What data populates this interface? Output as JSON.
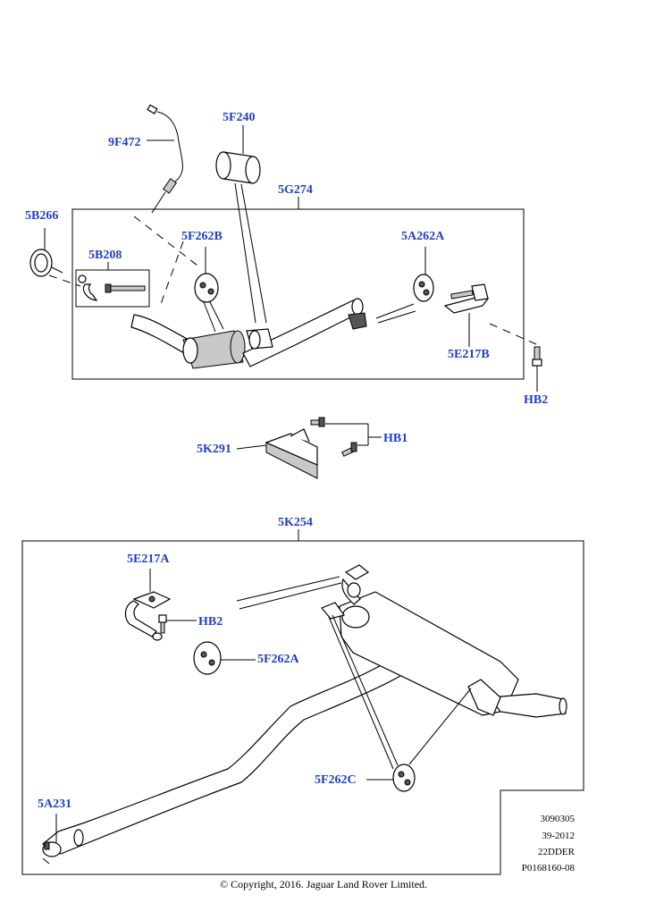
{
  "labels": {
    "p9F472": "9F472",
    "p5F240": "5F240",
    "p5G274": "5G274",
    "p5B266": "5B266",
    "p5B208": "5B208",
    "p5F262B": "5F262B",
    "p5A262A": "5A262A",
    "p5E217B": "5E217B",
    "pHB2_top": "HB2",
    "p5K291": "5K291",
    "pHB1": "HB1",
    "p5K254": "5K254",
    "p5E217A": "5E217A",
    "pHB2_bottom": "HB2",
    "p5F262A": "5F262A",
    "p5F262C": "5F262C",
    "p5A231": "5A231"
  },
  "reference": {
    "line1": "3090305",
    "line2": "39-2012",
    "line3": "22DDER",
    "line4": "P0168160-08"
  },
  "copyright": "© Copyright, 2016. Jaguar Land Rover Limited.",
  "colors": {
    "label_blue": "#1f3fc4",
    "line": "#000000"
  }
}
